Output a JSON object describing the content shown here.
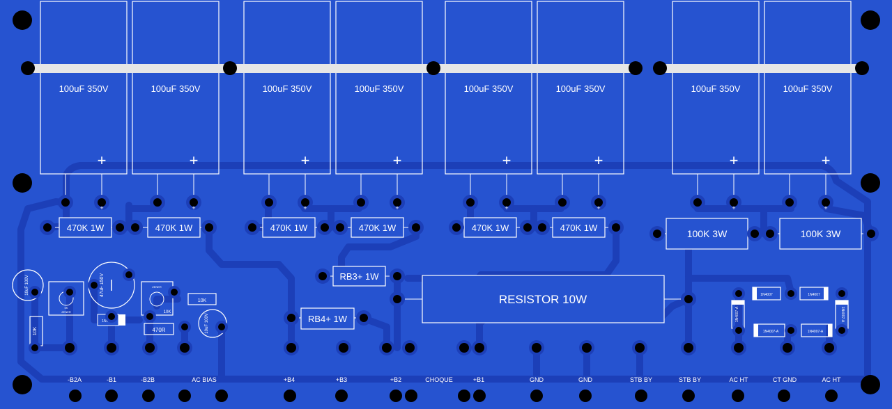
{
  "colors": {
    "board": "#2653d0",
    "trace": "#1c3fb8",
    "silk": "#ffffff",
    "pad": "#000000",
    "bus": "#e6e6e6"
  },
  "capacitors": [
    {
      "label": "100uF 350V",
      "plus": "+"
    },
    {
      "label": "100uF 350V",
      "plus": "+"
    },
    {
      "label": "100uF 350V",
      "plus": "+"
    },
    {
      "label": "100uF 350V",
      "plus": "+"
    },
    {
      "label": "100uF 350V",
      "plus": "+"
    },
    {
      "label": "100uF 350V",
      "plus": "+"
    },
    {
      "label": "100uF 350V",
      "plus": "+"
    },
    {
      "label": "100uF 350V",
      "plus": "+"
    }
  ],
  "resistors": [
    {
      "label": "470K 1W"
    },
    {
      "label": "470K 1W"
    },
    {
      "label": "470K 1W"
    },
    {
      "label": "470K 1W"
    },
    {
      "label": "470K 1W"
    },
    {
      "label": "470K 1W"
    },
    {
      "label": "100K 3W"
    },
    {
      "label": "100K 3W"
    }
  ],
  "rb3": {
    "label": "RB3+ 1W"
  },
  "rb4": {
    "label": "RB4+ 1W"
  },
  "big_resistor": {
    "label": "RESISTOR 10W"
  },
  "small_parts": {
    "c_left": "10uF 100V",
    "c_mid": "47uF 150V",
    "c_right": "10uF 100V",
    "r_10k_vert": "10K",
    "r_10k_a": "10K",
    "r_10k_b": "10K",
    "r_470r": "470R",
    "diode_left": "1N4007",
    "trim_left_a": "5K",
    "trim_left_b": "ZENER",
    "trim_right_a": "ZENER",
    "trim_right_b": "10K",
    "diodes_right": [
      "1N4007",
      "1N4007",
      "1N4007-A",
      "1N4007-A",
      "1N4007-A",
      "1N4007-A"
    ]
  },
  "pad_plus": "+",
  "connector_labels": [
    "-B2A",
    "-B1",
    "-B2B",
    "AC BIAS",
    "+B4",
    "+B3",
    "+B2",
    "CHOQUE",
    "+B1",
    "GND",
    "GND",
    "STB BY",
    "STB BY",
    "AC HT",
    "CT GND",
    "AC HT"
  ]
}
